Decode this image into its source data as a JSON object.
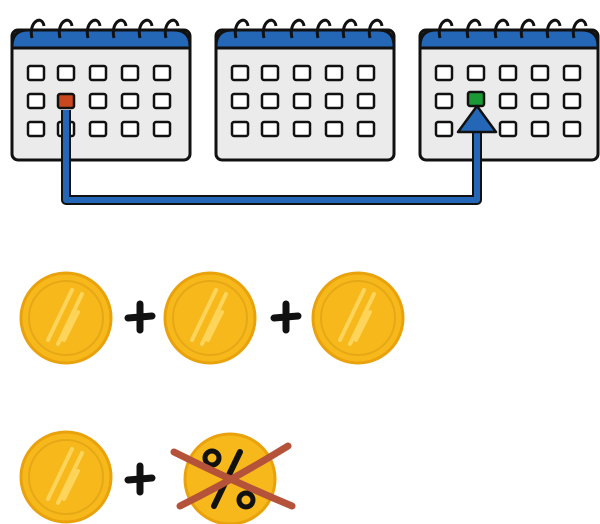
{
  "calendars": [
    {
      "id": "calendar-start",
      "rows": 3,
      "cols": 5,
      "highlight": {
        "row": 1,
        "col": 1,
        "color": "#c9481e"
      }
    },
    {
      "id": "calendar-middle",
      "rows": 3,
      "cols": 5,
      "highlight": null
    },
    {
      "id": "calendar-end",
      "rows": 3,
      "cols": 5,
      "highlight": {
        "row": 1,
        "col": 1,
        "color": "#1a9a35"
      }
    }
  ],
  "colors": {
    "calendar_header": "#2467b6",
    "calendar_body": "#ebebeb",
    "outline": "#111111",
    "arrow": "#2467b6",
    "coin_fill": "#f6b81a",
    "coin_rim": "#e9a20c",
    "coin_stripe": "#ffd45a",
    "cross": "#b5533a"
  },
  "icons": {
    "arrow": "arrow-up-icon",
    "coin": "coin-icon",
    "plus": "plus-icon",
    "percent": "percent-icon",
    "cross": "cross-out-icon"
  },
  "equations": [
    {
      "id": "coins-row",
      "terms": [
        "coin",
        "plus",
        "coin",
        "plus",
        "coin"
      ]
    },
    {
      "id": "interest-row",
      "terms": [
        "coin",
        "plus",
        "crossed-percent-coin"
      ]
    }
  ],
  "symbols": {
    "plus": "+",
    "percent": "%"
  }
}
